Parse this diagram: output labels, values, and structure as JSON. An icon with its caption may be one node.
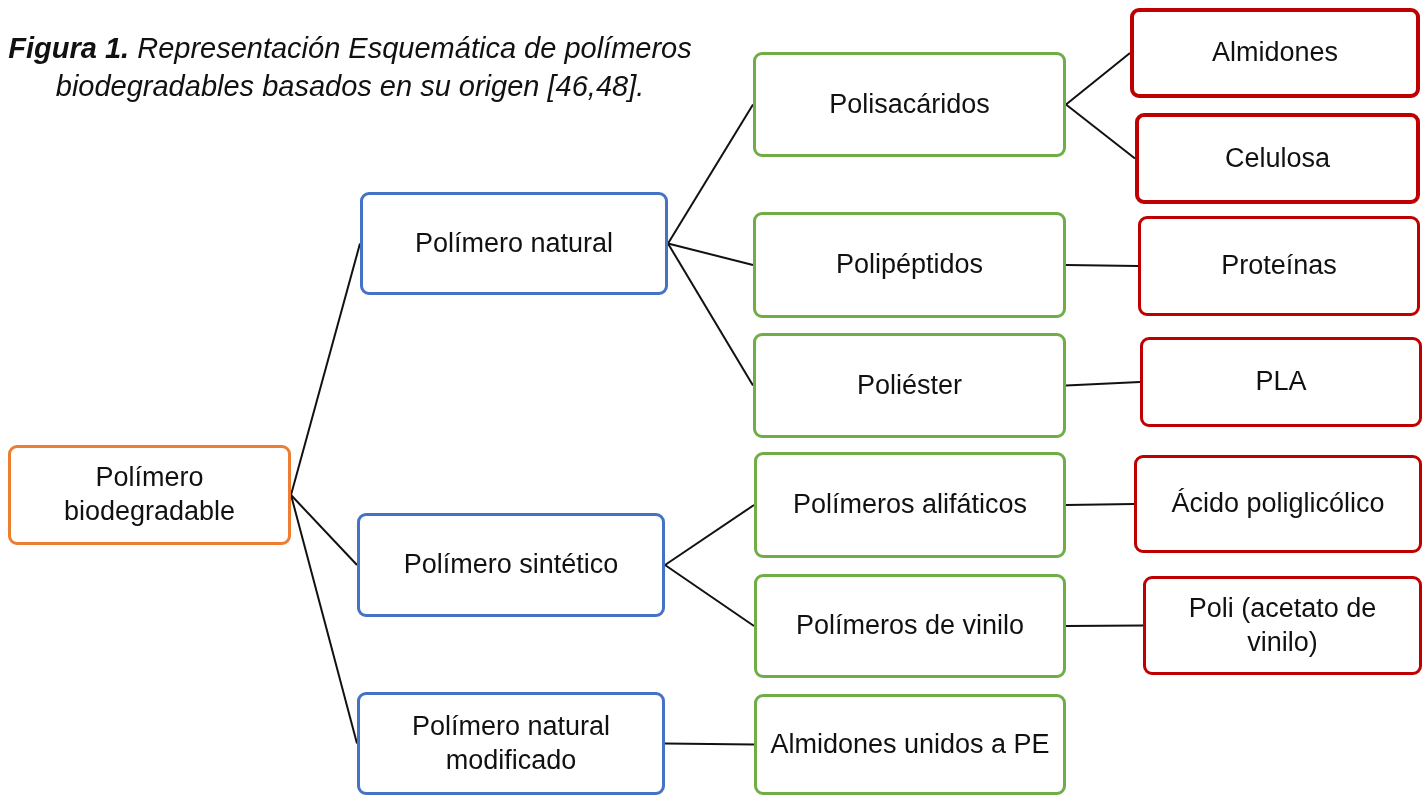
{
  "diagram": {
    "title": "**Figura 1.** Representación Esquemática de polímeros biodegradables basados en su origen [46,48].",
    "nodes": [
      {
        "text": [
          "Polímero biodegradable"
        ]
      },
      {
        "text": [
          "Polímero natural"
        ]
      },
      {
        "text": [
          "Polímero sintético"
        ]
      },
      {
        "text": [
          "Polímero natural modificado"
        ]
      },
      {
        "text": [
          "Polisacáridos"
        ]
      },
      {
        "text": [
          "Polipéptidos"
        ]
      },
      {
        "text": [
          "Poliéster"
        ]
      },
      {
        "text": [
          "Polímeros alifáticos"
        ]
      },
      {
        "text": [
          "Polímeros de vinilo"
        ]
      },
      {
        "text": [
          "Almidones unidos a PE"
        ]
      },
      {
        "text": [
          "Almidones"
        ]
      },
      {
        "text": [
          "Celulosa"
        ]
      },
      {
        "text": [
          "Proteínas"
        ]
      },
      {
        "text": [
          "PLA"
        ]
      },
      {
        "text": [
          "Ácido poliglicólico"
        ]
      },
      {
        "text": [
          "Poli (acetato de vinilo)"
        ]
      }
    ],
    "edges": [
      {
        "from": 0,
        "to": 1,
        "arrow": "none"
      },
      {
        "from": 0,
        "to": 2,
        "arrow": "none"
      },
      {
        "from": 0,
        "to": 3,
        "arrow": "none"
      },
      {
        "from": 1,
        "to": 4,
        "arrow": "none"
      },
      {
        "from": 1,
        "to": 5,
        "arrow": "none"
      },
      {
        "from": 1,
        "to": 6,
        "arrow": "none"
      },
      {
        "from": 2,
        "to": 7,
        "arrow": "none"
      },
      {
        "from": 2,
        "to": 8,
        "arrow": "none"
      },
      {
        "from": 3,
        "to": 9,
        "arrow": "none"
      },
      {
        "from": 4,
        "to": 10,
        "arrow": "none"
      },
      {
        "from": 4,
        "to": 11,
        "arrow": "none"
      },
      {
        "from": 5,
        "to": 12,
        "arrow": "none"
      },
      {
        "from": 6,
        "to": 13,
        "arrow": "none"
      },
      {
        "from": 7,
        "to": 14,
        "arrow": "none"
      },
      {
        "from": 8,
        "to": 15,
        "arrow": "none"
      }
    ]
  }
}
